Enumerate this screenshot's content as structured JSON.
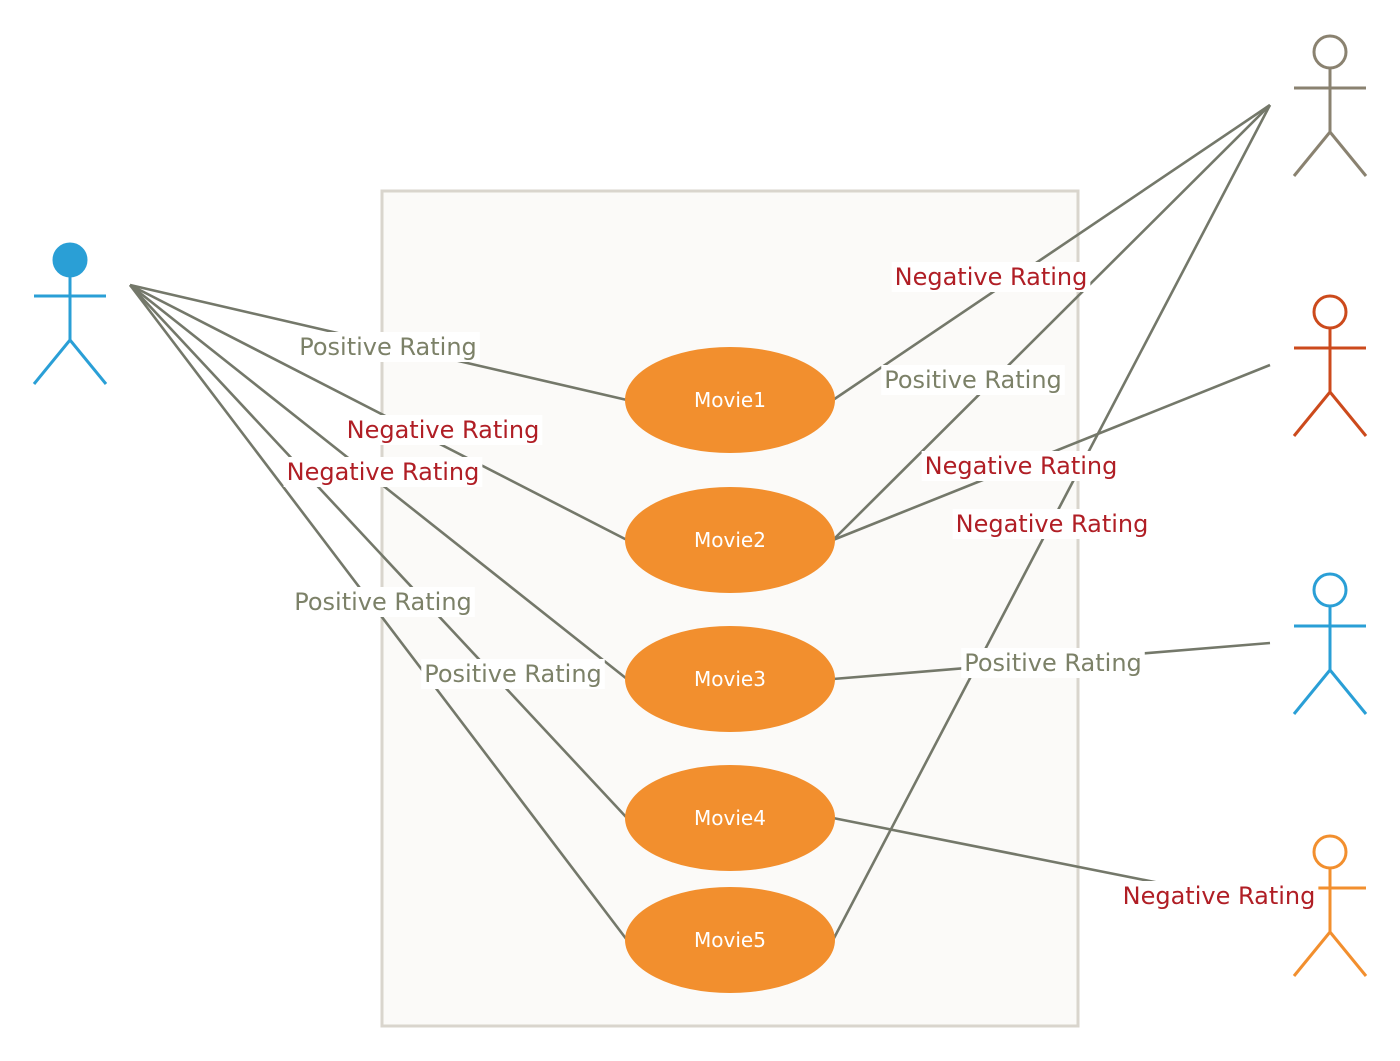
{
  "diagram": {
    "use_cases": [
      {
        "id": "m1",
        "label": "Movie1"
      },
      {
        "id": "m2",
        "label": "Movie2"
      },
      {
        "id": "m3",
        "label": "Movie3"
      },
      {
        "id": "m4",
        "label": "Movie4"
      },
      {
        "id": "m5",
        "label": "Movie5"
      }
    ],
    "actors": [
      {
        "id": "a0",
        "label": "",
        "color": "#2a9fd6",
        "head_fill": true
      },
      {
        "id": "a1",
        "label": "",
        "color": "#8a8270",
        "head_fill": false
      },
      {
        "id": "a2",
        "label": "",
        "color": "#cc4a1c",
        "head_fill": false
      },
      {
        "id": "a3",
        "label": "",
        "color": "#2a9fd6",
        "head_fill": false
      },
      {
        "id": "a4",
        "label": "",
        "color": "#f28f2e",
        "head_fill": false
      }
    ],
    "associations": [
      {
        "id": "r1",
        "actor": "a0",
        "use_case": "m1",
        "label": "Positive Rating",
        "type": "positive"
      },
      {
        "id": "r2",
        "actor": "a0",
        "use_case": "m2",
        "label": "Negative Rating",
        "type": "negative"
      },
      {
        "id": "r3",
        "actor": "a0",
        "use_case": "m3",
        "label": "Negative Rating",
        "type": "negative"
      },
      {
        "id": "r4",
        "actor": "a0",
        "use_case": "m4",
        "label": "Positive Rating",
        "type": "positive"
      },
      {
        "id": "r5",
        "actor": "a0",
        "use_case": "m5",
        "label": "Positive Rating",
        "type": "positive"
      },
      {
        "id": "r6",
        "actor": "a1",
        "use_case": "m1",
        "label": "Negative Rating",
        "type": "negative"
      },
      {
        "id": "r7",
        "actor": "a1",
        "use_case": "m2",
        "label": "Positive Rating",
        "type": "positive"
      },
      {
        "id": "r8",
        "actor": "a1",
        "use_case": "m5",
        "label": "Negative Rating",
        "type": "negative"
      },
      {
        "id": "r9",
        "actor": "a2",
        "use_case": "m2",
        "label": "Negative Rating",
        "type": "negative"
      },
      {
        "id": "r10",
        "actor": "a3",
        "use_case": "m3",
        "label": "Positive Rating",
        "type": "positive"
      },
      {
        "id": "r11",
        "actor": "a4",
        "use_case": "m4",
        "label": "Negative Rating",
        "type": "negative"
      }
    ],
    "colors": {
      "use_case_fill": "#f28f2e",
      "association_line": "#74786a",
      "positive_label": "#7c8168",
      "negative_label": "#b01e25",
      "system_box_fill": "#fbfaf8",
      "system_box_stroke": "#d9d5cd"
    }
  }
}
